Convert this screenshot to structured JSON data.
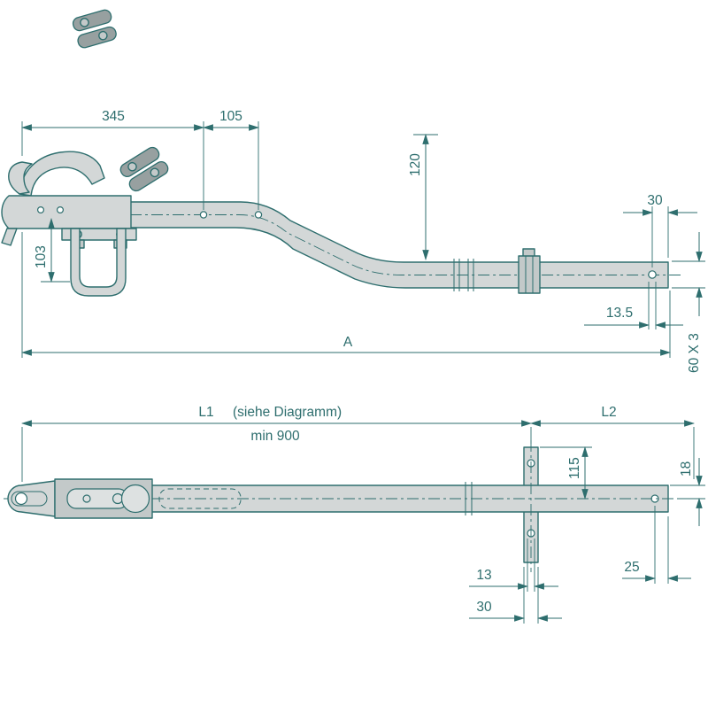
{
  "drawing": {
    "colors": {
      "line": "#2e6e6e",
      "part_fill": "#d3d7d7",
      "background": "#ffffff"
    },
    "top_view": {
      "dim_345": "345",
      "dim_105": "105",
      "dim_120": "120",
      "dim_30": "30",
      "dim_103": "103",
      "dim_13_5": "13.5",
      "dim_A": "A",
      "dim_60x3": "60 X 3"
    },
    "bottom_view": {
      "dim_L1": "L1",
      "dim_L1_note": "(siehe Diagramm)",
      "dim_min900": "min 900",
      "dim_L2": "L2",
      "dim_115": "115",
      "dim_18": "18",
      "dim_13": "13",
      "dim_25": "25",
      "dim_30": "30"
    }
  }
}
